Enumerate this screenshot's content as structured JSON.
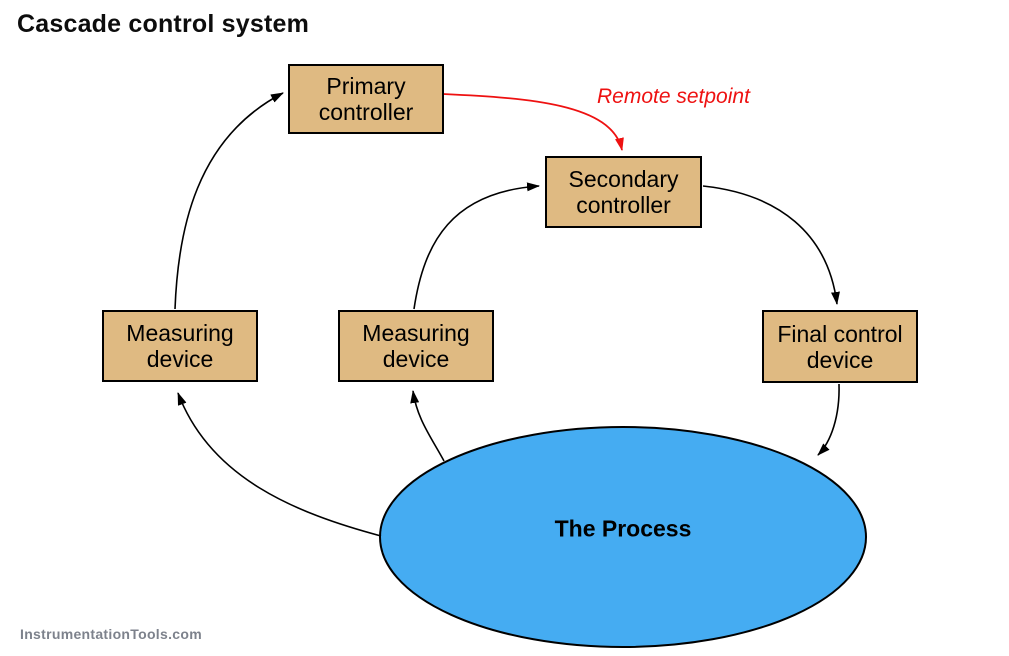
{
  "diagram": {
    "title": "Cascade control system",
    "watermark": "InstrumentationTools.com"
  },
  "nodes": {
    "primary_controller": {
      "lines": [
        "Primary",
        "controller"
      ]
    },
    "secondary_controller": {
      "lines": [
        "Secondary",
        "controller"
      ]
    },
    "outer_measuring_device": {
      "lines": [
        "Measuring",
        "device"
      ]
    },
    "inner_measuring_device": {
      "lines": [
        "Measuring",
        "device"
      ]
    },
    "final_control_device": {
      "lines": [
        "Final control",
        "device"
      ]
    },
    "process": {
      "label": "The Process"
    }
  },
  "annotations": {
    "remote_setpoint_label": "Remote setpoint"
  },
  "colors": {
    "node_fill": "#DFBA82",
    "node_border": "#000000",
    "process_fill": "#45ACF2",
    "process_border": "#000000",
    "remote_setpoint_red": "#EE1111",
    "connector_black": "#000000",
    "watermark_gray": "#7D828C"
  }
}
